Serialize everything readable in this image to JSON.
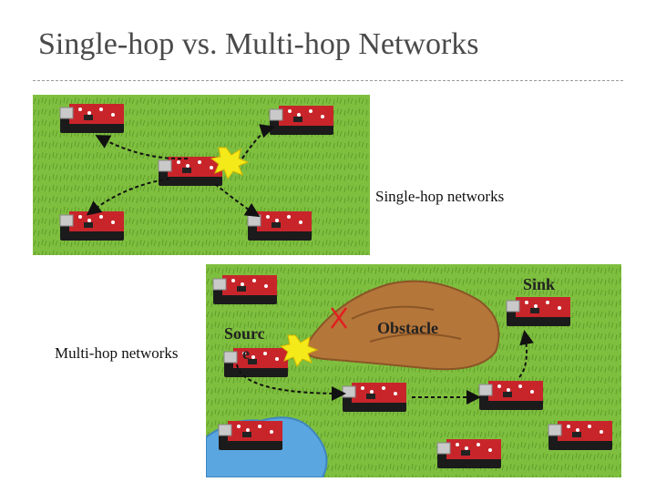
{
  "title": "Single-hop vs. Multi-hop Networks",
  "single_hop": {
    "label": "Single-hop networks"
  },
  "multi_hop": {
    "label": "Multi-hop networks",
    "sink_label": "Sink",
    "source_label_line1": "Sourc",
    "source_label_line2": "e",
    "obstacle_label": "Obstacle"
  },
  "colors": {
    "grass": "#7fbf3f",
    "board": "#c8252b",
    "burst": "#f4ea1a",
    "obstacle": "#b5763a",
    "water": "#5aa6e0",
    "blocked_mark": "#e02020"
  }
}
